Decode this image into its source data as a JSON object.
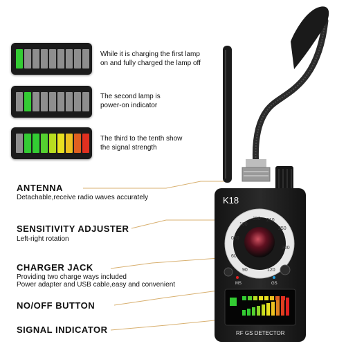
{
  "notes": [
    {
      "line1": "While it is charging the first lamp",
      "line2": "on and fully charged the lamp off"
    },
    {
      "line1": "The second lamp is",
      "line2": "power-on indicator"
    },
    {
      "line1": "The third to the tenth show",
      "line2": "the signal strength"
    }
  ],
  "labels": {
    "antenna": {
      "title": "ANTENNA",
      "desc": "Detachable,receive radio waves accurately"
    },
    "sensitivity": {
      "title": "SENSITIVITY ADJUSTER",
      "desc": "Left-right rotation"
    },
    "charger": {
      "title": "CHARGER JACK",
      "desc1": "Providing two charge ways included",
      "desc2": "Power adapter and USB cable,easy and convenient"
    },
    "onoff": {
      "title": "NO/OFF BUTTON"
    },
    "signal": {
      "title": "SIGNAL INDICATOR"
    }
  },
  "device": {
    "model": "K18",
    "dial_numbers": [
      "100",
      "150",
      "210",
      "250",
      "300",
      "050",
      "60",
      "90",
      "120"
    ],
    "ms_label": "MS",
    "gs_label": "GS",
    "footer": "RF GS DETECTOR"
  },
  "colors": {
    "led_off": "#8e8e8e",
    "led_green": "#33cc33",
    "led_yellow": "#e8e020",
    "led_red": "#e03020",
    "leader_line": "#d8b070",
    "device_body": "#1e1e1e"
  }
}
